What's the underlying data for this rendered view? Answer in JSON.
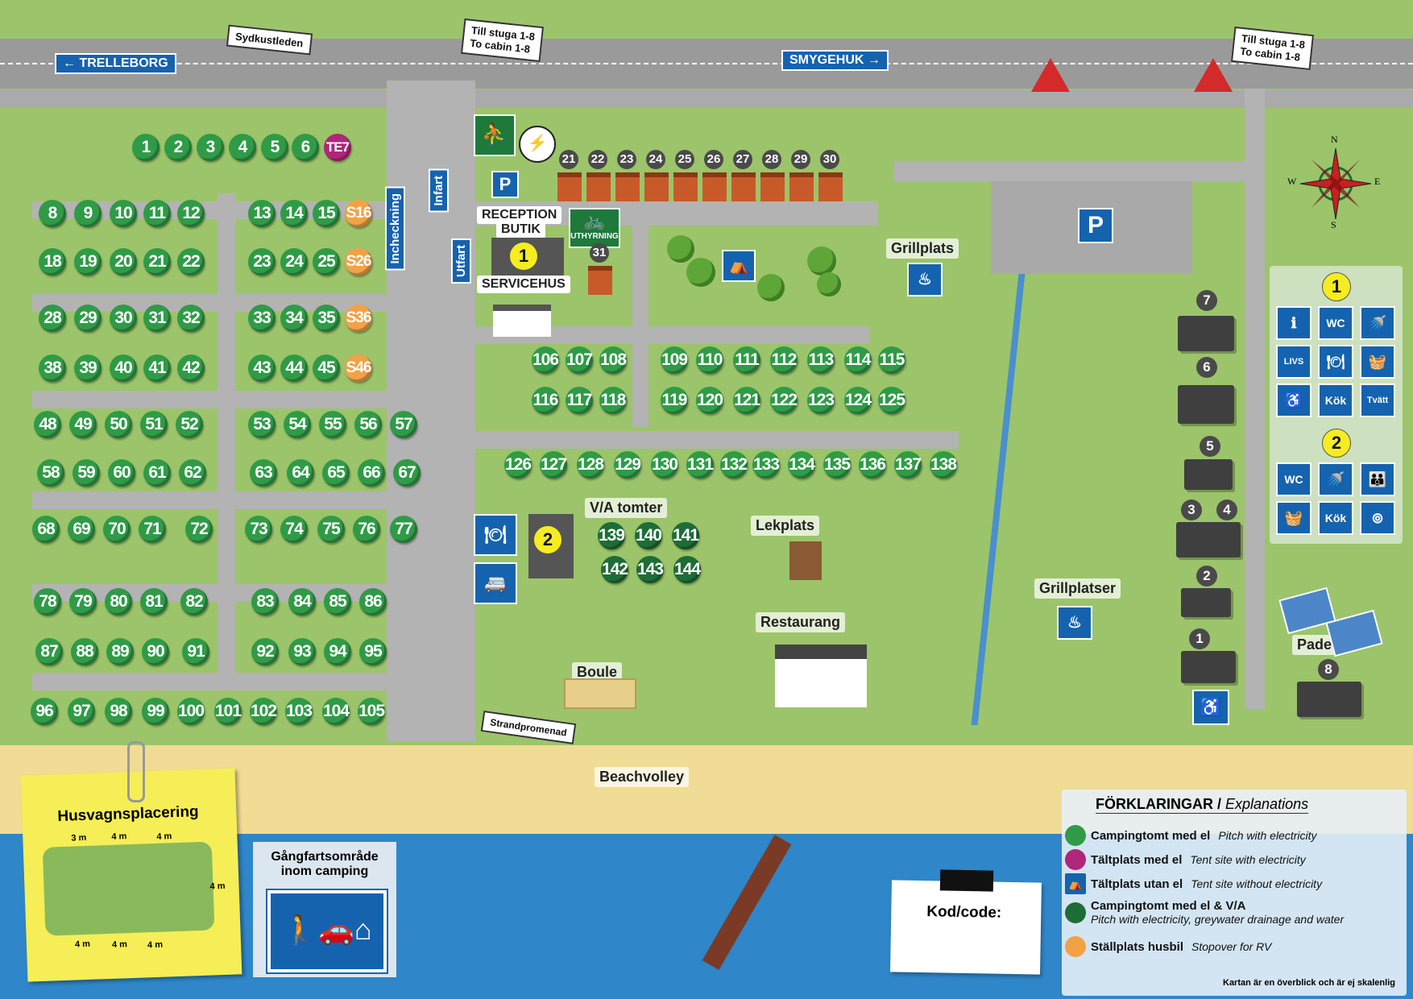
{
  "signs": {
    "trelleborg": "← TRELLEBORG",
    "smygehuk": "SMYGEHUK →",
    "sydkustleden": "Sydkustleden",
    "till_stuga_left": "Till stuga 1-8",
    "to_cabin_left": "To cabin 1-8",
    "till_stuga_right": "Till stuga 1-8",
    "to_cabin_right": "To cabin 1-8",
    "incheckning": "Incheckning",
    "infart": "Infart",
    "utfart": "Utfart",
    "strandpromenad": "Strandpromenad"
  },
  "places": {
    "reception": "RECEPTION",
    "butik": "BUTIK",
    "servicehus": "SERVICEHUS",
    "uthyrning": "UTHYRNING",
    "grillplats": "Grillplats",
    "grillplatser": "Grillplatser",
    "va_tomter": "V/A tomter",
    "lekplats": "Lekplats",
    "restaurang": "Restaurang",
    "boule": "Boule",
    "beachvolley": "Beachvolley",
    "padel": "Padel",
    "parking": "P"
  },
  "servicehus_markers": {
    "one": "1",
    "two": "2"
  },
  "pitches_el": [
    "1",
    "2",
    "3",
    "4",
    "5",
    "6",
    "8",
    "9",
    "10",
    "11",
    "12",
    "13",
    "14",
    "15",
    "18",
    "19",
    "20",
    "21",
    "22",
    "23",
    "24",
    "25",
    "28",
    "29",
    "30",
    "31",
    "32",
    "33",
    "34",
    "35",
    "38",
    "39",
    "40",
    "41",
    "42",
    "43",
    "44",
    "45",
    "48",
    "49",
    "50",
    "51",
    "52",
    "53",
    "54",
    "55",
    "56",
    "57",
    "58",
    "59",
    "60",
    "61",
    "62",
    "63",
    "64",
    "65",
    "66",
    "67",
    "68",
    "69",
    "70",
    "71",
    "72",
    "73",
    "74",
    "75",
    "76",
    "77",
    "78",
    "79",
    "80",
    "81",
    "82",
    "83",
    "84",
    "85",
    "86",
    "87",
    "88",
    "89",
    "90",
    "91",
    "92",
    "93",
    "94",
    "95",
    "96",
    "97",
    "98",
    "99",
    "100",
    "101",
    "102",
    "103",
    "104",
    "105",
    "106",
    "107",
    "108",
    "109",
    "110",
    "111",
    "112",
    "113",
    "114",
    "115",
    "116",
    "117",
    "118",
    "119",
    "120",
    "121",
    "122",
    "123",
    "124",
    "125",
    "126",
    "127",
    "128",
    "129",
    "130",
    "131",
    "132",
    "133",
    "134",
    "135",
    "136",
    "137",
    "138"
  ],
  "pitches_va": [
    "139",
    "140",
    "141",
    "142",
    "143",
    "144"
  ],
  "pitches_tent": [
    "TE7"
  ],
  "pitches_rv": [
    "S16",
    "S26",
    "S36",
    "S46"
  ],
  "cabins_small": [
    "21",
    "22",
    "23",
    "24",
    "25",
    "26",
    "27",
    "28",
    "29",
    "30",
    "31"
  ],
  "cabins_big": [
    "7",
    "6",
    "5",
    "3",
    "4",
    "2",
    "1",
    "8"
  ],
  "service_panel": {
    "one": "1",
    "two": "2",
    "icons_1": [
      "info-icon",
      "WC",
      "shower-icon",
      "LIVS",
      "dishwash-icon",
      "laundry-icon",
      "wheelchair-icon",
      "Kök",
      "Tvätt"
    ],
    "icons_2": [
      "WC",
      "shower-icon",
      "family-icon",
      "laundry-icon",
      "Kök",
      "washer-icon"
    ]
  },
  "husvagn": {
    "title": "Husvagnsplacering",
    "m3": "3 m",
    "m4": "4 m"
  },
  "gangfart": {
    "line1": "Gångfartsområde",
    "line2": "inom camping"
  },
  "kod": "Kod/code:",
  "legend": {
    "title_sv": "FÖRKLARINGAR /",
    "title_en": "Explanations",
    "items": [
      {
        "sv": "Campingtomt med el",
        "en": "Pitch with electricity",
        "color": "#2f9b47"
      },
      {
        "sv": "Tältplats med el",
        "en": "Tent site with electricity",
        "color": "#b0267a"
      },
      {
        "sv": "Tältplats utan el",
        "en": "Tent site without electricity",
        "color": "#1563ae"
      },
      {
        "sv": "Campingtomt med el & V/A",
        "en": "Pitch with electricity, greywater drainage and water",
        "color": "#1d6d36"
      },
      {
        "sv": "Ställplats husbil",
        "en": "Stopover for RV",
        "color": "#f2a245"
      }
    ],
    "disclaimer": "Kartan är en överblick och är ej skalenlig"
  },
  "compass": {
    "n": "N",
    "e": "E",
    "s": "S",
    "w": "W"
  },
  "colors": {
    "grass": "#9cc46a",
    "road": "#b3b3b3",
    "sea": "#2f86c8",
    "sand": "#f1dc95",
    "sign_blue": "#1563ae"
  }
}
